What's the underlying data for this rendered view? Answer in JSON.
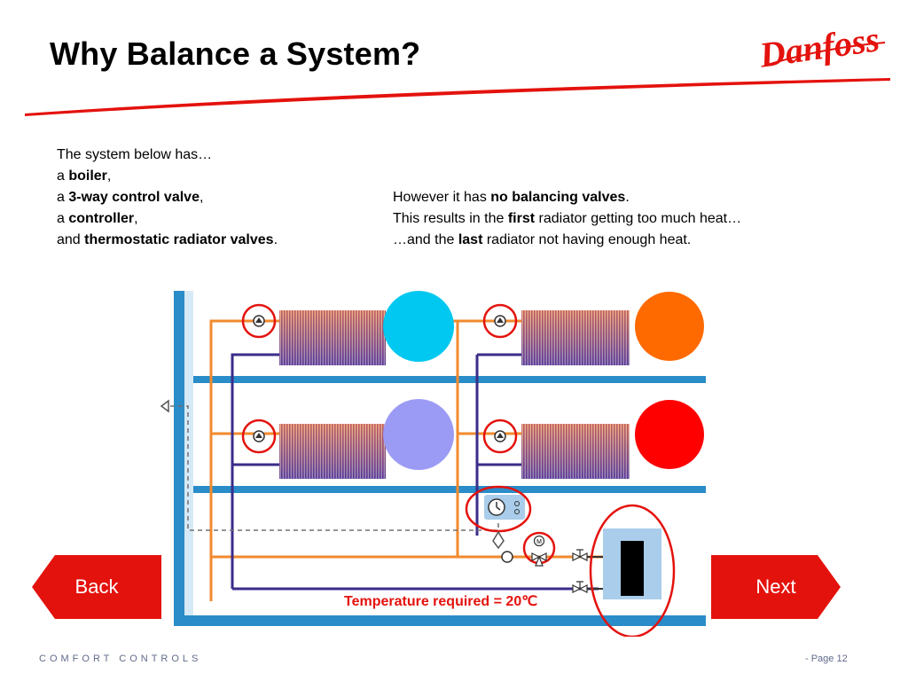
{
  "slide": {
    "title": "Why Balance a System?",
    "brand": "Danfoss"
  },
  "left_text": {
    "intro": "The system below has…",
    "items": [
      {
        "prefix": "a ",
        "term": "boiler",
        "suffix": ","
      },
      {
        "prefix": "a ",
        "term": "3-way control valve",
        "suffix": ","
      },
      {
        "prefix": "a ",
        "term": "controller",
        "suffix": ","
      },
      {
        "prefix": "and ",
        "term": "thermostatic radiator valves",
        "suffix": "."
      }
    ]
  },
  "right_text": {
    "line1": {
      "prefix": "However it has ",
      "term": "no balancing valves",
      "suffix": "."
    },
    "line2": {
      "prefix": "This results in the ",
      "term": "first",
      "suffix": " radiator getting too much heat…"
    },
    "line3": {
      "prefix": "…and the ",
      "term": "last",
      "suffix": " radiator not having enough heat."
    }
  },
  "diagram": {
    "temperature_label": "Temperature required = 20℃",
    "temperature_indicators": [
      {
        "radiator": "top-right",
        "color": "#ff6a00"
      },
      {
        "radiator": "top-left",
        "color": "#00c8f0"
      },
      {
        "radiator": "bottom-left",
        "color": "#9b9bf5"
      },
      {
        "radiator": "bottom-right",
        "color": "#ff0000"
      }
    ],
    "colors": {
      "supply_pipe": "#f28a2e",
      "return_pipe": "#3a2d8a",
      "frame_pipe": "#2a8cc8",
      "highlight": "#e4120d",
      "boiler": "#000000",
      "boiler_panel": "#a9cdea"
    },
    "valve_icon": "valve-icon",
    "controller_icon": "controller-clock-icon",
    "motor_label": "M"
  },
  "nav": {
    "back_label": "Back",
    "next_label": "Next",
    "button_color": "#e4120d"
  },
  "footer": {
    "company": "COMFORT CONTROLS",
    "page": "- Page 12"
  }
}
